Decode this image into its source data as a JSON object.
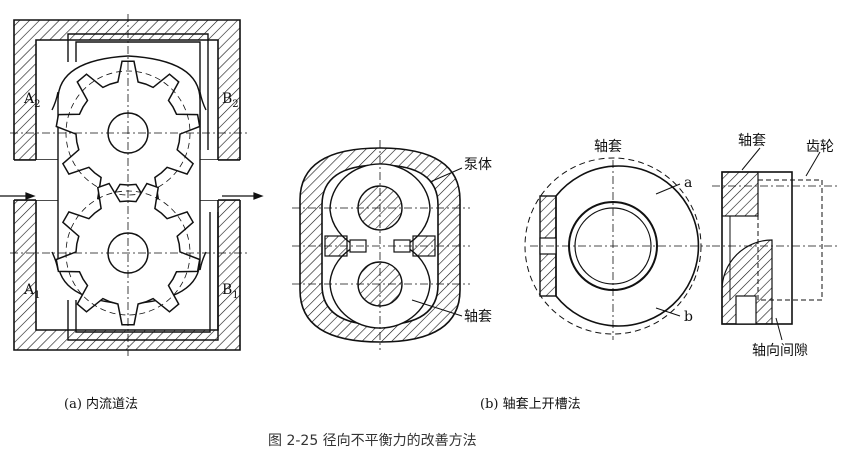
{
  "figure": {
    "label_A2": "A",
    "label_A2_sub": "2",
    "label_B2": "B",
    "label_B2_sub": "2",
    "label_A1": "A",
    "label_A1_sub": "1",
    "label_B1": "B",
    "label_B1_sub": "1",
    "pump_body": "泵体",
    "sleeve_left": "轴套",
    "sleeve_mid": "轴套",
    "label_a": "a",
    "label_b": "b",
    "sleeve_right": "轴套",
    "gear": "齿轮",
    "axial_gap": "轴向间隙",
    "sub_caption_a": "(a) 内流道法",
    "sub_caption_b": "(b) 轴套上开槽法",
    "caption": "图 2-25   径向不平衡力的改善方法"
  },
  "colors": {
    "ink": "#111111",
    "paper": "#ffffff"
  }
}
